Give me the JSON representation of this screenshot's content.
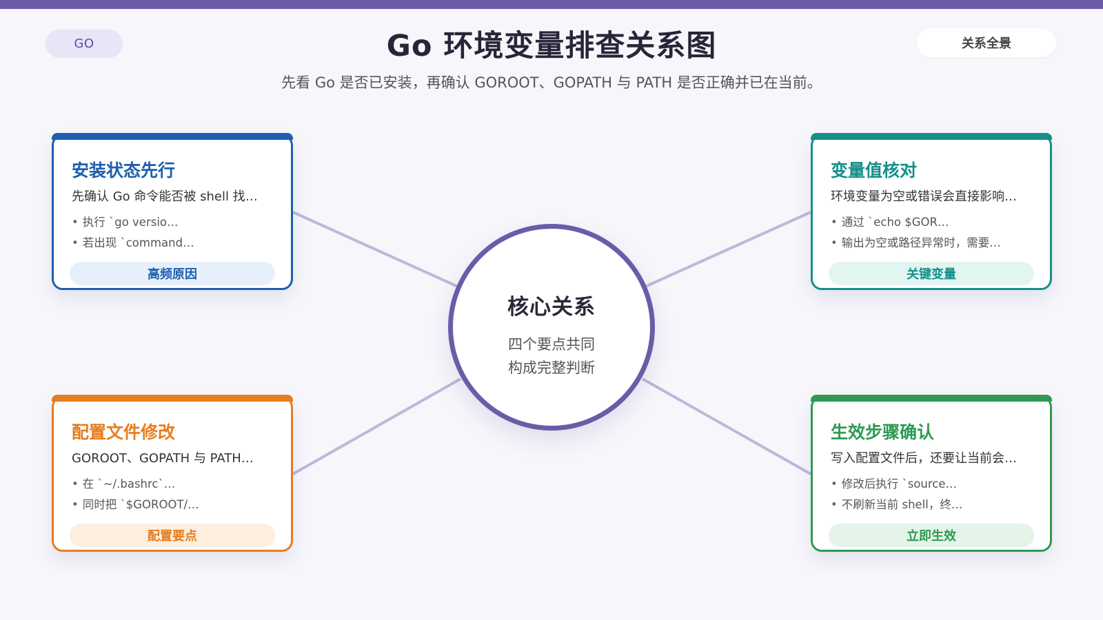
{
  "header": {
    "badge": "GO",
    "title": "Go 环境变量排查关系图",
    "subtitle": "先看 Go 是否已安装，再确认 GOROOT、GOPATH 与 PATH 是否正确并已在当前。",
    "overview_button": "关系全景"
  },
  "center": {
    "title": "核心关系",
    "line1": "四个要点共同",
    "line2": "构成完整判断"
  },
  "cards": [
    {
      "title": "安装状态先行",
      "desc": "先确认 Go 命令能否被 shell 找…",
      "bullets": [
        "执行 `go versio…",
        "若出现 `command…"
      ],
      "tag": "高频原因",
      "color": "#1d5fae",
      "tag_bg": "#e6f0fb"
    },
    {
      "title": "变量值核对",
      "desc": "环境变量为空或错误会直接影响…",
      "bullets": [
        "通过 `echo $GOR…",
        "输出为空或路径异常时，需要…"
      ],
      "tag": "关键变量",
      "color": "#14908a",
      "tag_bg": "#e3f5f1"
    },
    {
      "title": "配置文件修改",
      "desc": "GOROOT、GOPATH 与 PATH…",
      "bullets": [
        "在 `~/.bashrc`…",
        "同时把 `$GOROOT/…"
      ],
      "tag": "配置要点",
      "color": "#e67d1e",
      "tag_bg": "#fdeee0"
    },
    {
      "title": "生效步骤确认",
      "desc": "写入配置文件后，还要让当前会…",
      "bullets": [
        "修改后执行 `source…",
        "不刷新当前 shell，终…"
      ],
      "tag": "立即生效",
      "color": "#2e9a52",
      "tag_bg": "#e4f4e8"
    }
  ],
  "colors": {
    "accent": "#6b5ba8",
    "connector": "#bdb8d8",
    "background": "#f6f6fb"
  }
}
